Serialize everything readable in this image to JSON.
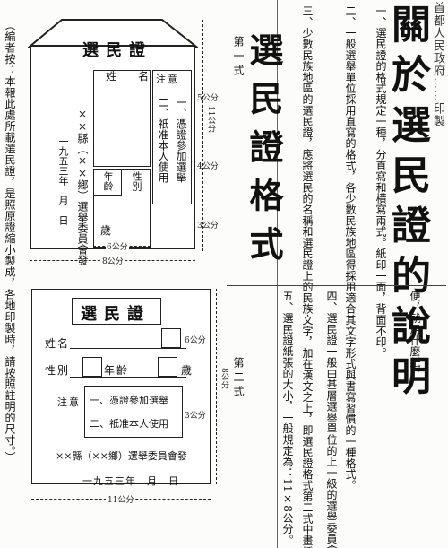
{
  "header": {
    "newspaper_line": "首都人民政府……印製",
    "main_title": "關於選民證的說明",
    "sub_title": "選民證格式"
  },
  "paragraphs": [
    "一、選民證的格式規定一種，分直寫和橫寫兩式。紙印一面，背面不印。",
    "二、一般選舉單位採用直寫的格式，各少數民族地區得採用適合其文字形式與書寫習慣的一種格式。",
    "三、少數民族地區的選民證，應將選民的名稱和選民證上的民族文字，加在漢文之上，即選民證格式第二式中畫括弧的地位。選民證用紙不作統一規定，當地用什麼紙方",
    "便，就用什麼紙。",
    "四、選民證一般由基層選舉單位的上一級的選舉委員會印製，基層選舉委員會填發。如：鄉、鎮所用的選民證，由縣選舉委員會印製，鄉、鎮選舉委員會填發；市轄區所用的選民證，由市選舉委員會印製，區選舉委員會填發，不設區的市所用的選民證，得由其同級選舉委員會印製。",
    "五、選民證紙張的大小，一般規定為：11×8公分。"
  ],
  "style_labels": {
    "first": "第一式",
    "second": "第二式"
  },
  "editor_note": "（編者按：本報此處所載選民證，是照原證縮小製成，各地印製時，請按照註明的尺寸。）",
  "card1": {
    "title": "選民證",
    "name_label": "姓　名",
    "notice_label": "注意",
    "notice_1": "一、憑證參加選舉",
    "notice_2": "二、祇准本人使用",
    "gender_label": "性別",
    "age_label": "年齡",
    "age_unit": "歲",
    "issuer": "××縣（××鄉）選舉委員會發",
    "date": "一九五三年　月　日",
    "dim_height": "11公分",
    "dim_width": "8公分",
    "dim_top": "5公分",
    "dim_mid": "4公分",
    "dim_low": "3公分",
    "dim_inner": "6公分"
  },
  "card2": {
    "title": "選民證",
    "name_label": "姓名",
    "gender_label": "性別",
    "age_label": "年齡",
    "age_unit": "歲",
    "notice_label": "注意",
    "notice_1": "一、憑證參加選舉",
    "notice_2": "二、祇准本人使用",
    "issuer": "××縣（××鄉）選舉委員會發",
    "date": "一九五三年　月　日",
    "dim_height": "8公分",
    "dim_width": "11公分",
    "dim_inner": "6公分",
    "dim_small": "3公分"
  }
}
